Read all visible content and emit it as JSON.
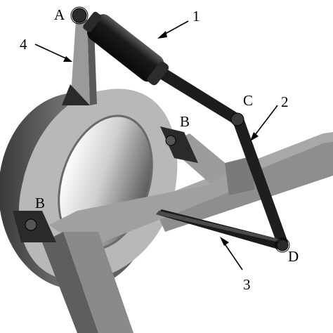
{
  "diagram": {
    "point_labels": {
      "A": "A",
      "B_right": "B",
      "B_left": "B",
      "C": "C",
      "D": "D"
    },
    "part_labels": {
      "p1": "1",
      "p2": "2",
      "p3": "3",
      "p4": "4"
    },
    "colors": {
      "background": "#ffffff",
      "frame": "#9a9a9a",
      "frame_shadow": "#6a6a6a",
      "ring_face": "#b4b4b4",
      "ring_dark": "#505050",
      "links": "#1c1c1c",
      "label_text": "#000000"
    }
  }
}
